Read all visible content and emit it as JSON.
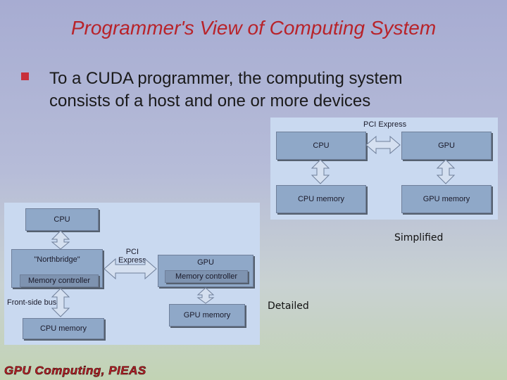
{
  "slide": {
    "title": "Programmer's View of Computing System",
    "bullet": "To a CUDA programmer, the computing system consists of a host and one or more devices",
    "footer": "GPU Computing, PIEAS"
  },
  "simplified": {
    "caption": "Simplified",
    "bus_label": "PCI Express",
    "cpu": "CPU",
    "gpu": "GPU",
    "cpu_memory": "CPU memory",
    "gpu_memory": "GPU memory"
  },
  "detailed": {
    "caption": "Detailed",
    "cpu": "CPU",
    "northbridge": "\"Northbridge\"",
    "memory_controller": "Memory controller",
    "pci_label": "PCI\nExpress",
    "gpu": "GPU",
    "gpu_memory_controller": "Memory controller",
    "front_side_bus": "Front-side bus",
    "cpu_memory": "CPU memory",
    "gpu_memory": "GPU memory"
  },
  "colors": {
    "title": "#b8232a",
    "box_fill": "#8fa8c8",
    "panel_fill": "#c9d9f0",
    "arrow_fill": "#d5e0f0"
  }
}
